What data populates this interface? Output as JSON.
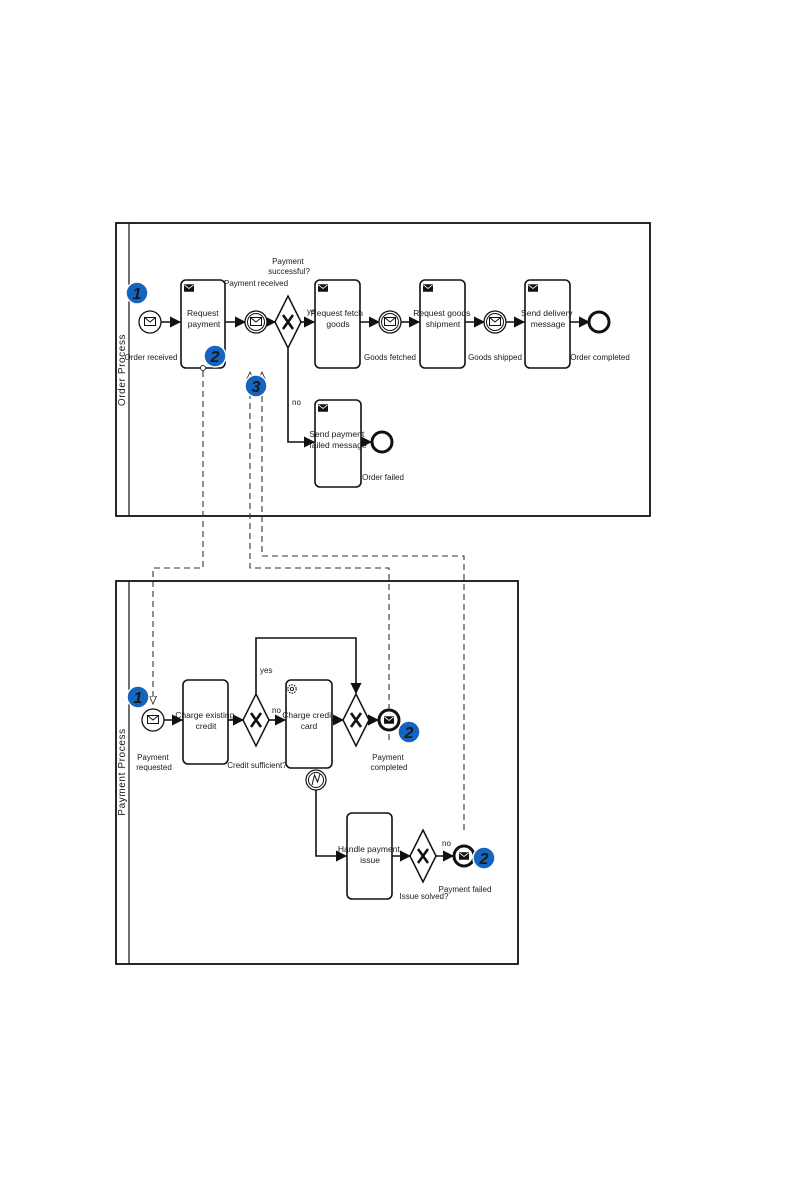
{
  "pools": {
    "order": {
      "label": "Order Process"
    },
    "payment": {
      "label": "Payment Process"
    }
  },
  "order": {
    "order_received": "Order received",
    "request_payment": [
      "Request",
      "payment"
    ],
    "payment_received": "Payment received",
    "payment_successful": [
      "Payment",
      "successful?"
    ],
    "yes": "yes",
    "no": "no",
    "request_fetch_goods": [
      "Request fetch",
      "goods"
    ],
    "goods_fetched": "Goods fetched",
    "request_goods_shipment": [
      "Request goods",
      "shipment"
    ],
    "goods_shipped": "Goods shipped",
    "send_delivery_message": [
      "Send delivery",
      "message"
    ],
    "order_completed": "Order completed",
    "send_payment_failed_message": [
      "Send payment",
      "failed message"
    ],
    "order_failed": "Order failed"
  },
  "payment": {
    "payment_requested": [
      "Payment",
      "requested"
    ],
    "charge_existing_credit": [
      "Charge existing",
      "credit"
    ],
    "credit_sufficient": "Credit sufficient?",
    "yes": "yes",
    "no": "no",
    "charge_credit_card": [
      "Charge credit",
      "card"
    ],
    "payment_completed": [
      "Payment",
      "completed"
    ],
    "handle_payment_issue": [
      "Handle payment",
      "issue"
    ],
    "issue_solved": "Issue solved?",
    "no2": "no",
    "payment_failed": "Payment failed"
  },
  "badges": {
    "order_start": "1",
    "request_payment": "2",
    "payment_received": "3",
    "payment_start": "1",
    "payment_completed": "2",
    "payment_failed": "2"
  },
  "colors": {
    "badge": "#1565c0",
    "stroke": "#111111",
    "background": "#ffffff"
  }
}
